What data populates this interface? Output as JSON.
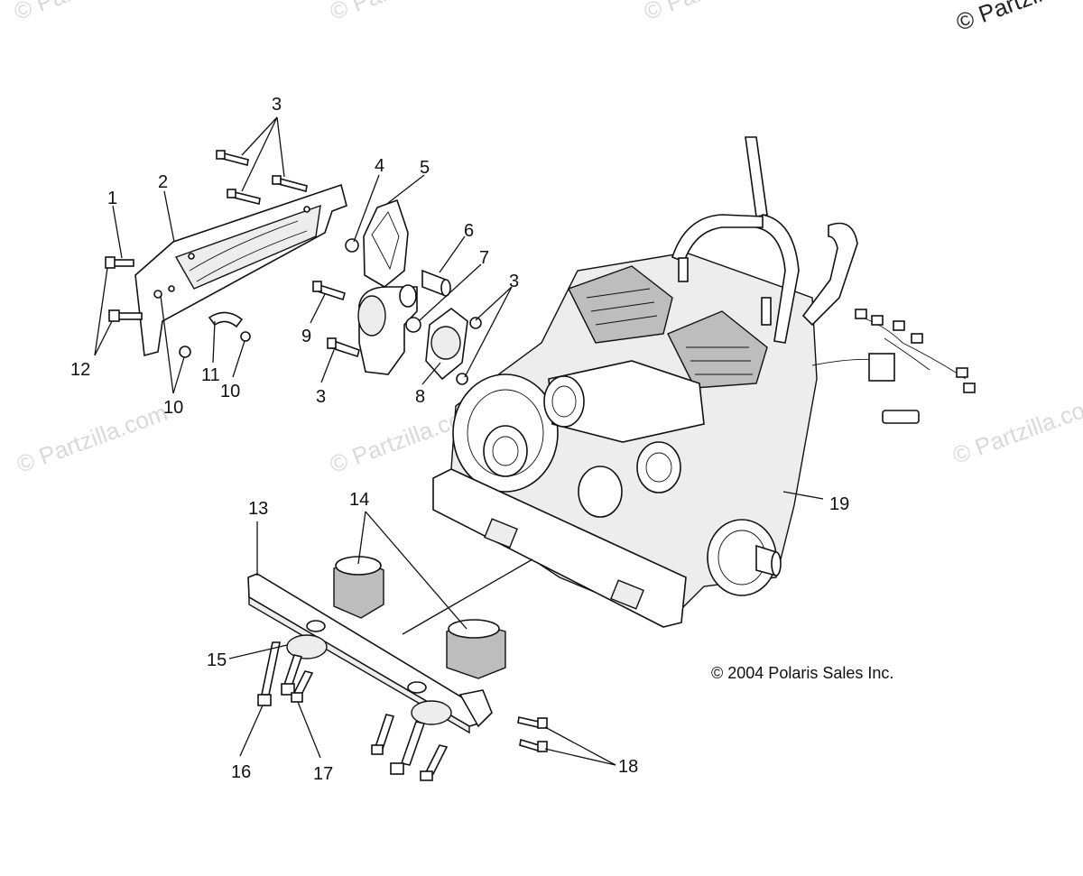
{
  "watermarks": [
    "© Partzilla.com",
    "© Partzilla.com",
    "© Partzilla.com",
    "© Partzilla.com",
    "© Partzilla.com",
    "© Partzilla.com"
  ],
  "corner_watermark": "© Partzilla",
  "copyright": "© 2004 Polaris Sales Inc.",
  "callouts": {
    "c1": "1",
    "c2": "2",
    "c3a": "3",
    "c3b": "3",
    "c3c": "3",
    "c4": "4",
    "c5": "5",
    "c6": "6",
    "c7": "7",
    "c8": "8",
    "c9": "9",
    "c10a": "10",
    "c10b": "10",
    "c11": "11",
    "c12": "12",
    "c13": "13",
    "c14": "14",
    "c15": "15",
    "c16": "16",
    "c17": "17",
    "c18": "18",
    "c19": "19"
  }
}
